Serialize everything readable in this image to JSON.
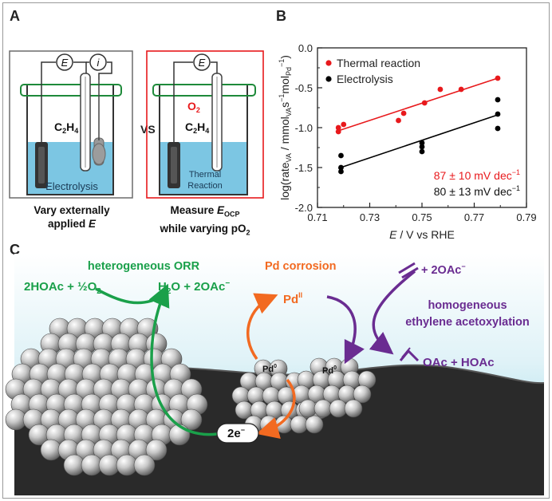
{
  "panel_a": {
    "label": "A",
    "left_cell": {
      "meter_e": "E",
      "meter_i": "i",
      "gas": "C",
      "gas_sub": "2",
      "gas_tail": "H",
      "gas_sub2": "4",
      "solution": "Electrolysis"
    },
    "vs": "VS",
    "right_cell": {
      "meter_e": "E",
      "o2": "O",
      "o2_sub": "2",
      "gas": "C",
      "gas_sub": "2",
      "gas_tail": "H",
      "gas_sub2": "4",
      "solution_line1": "Thermal",
      "solution_line2": "Reaction"
    },
    "caption_left_line1": "Vary externally",
    "caption_left_line2_pre": "applied ",
    "caption_left_line2_var": "E",
    "caption_right_line1_pre": "Measure ",
    "caption_right_line1_var": "E",
    "caption_right_line1_sub": "OCP",
    "caption_right_line2_pre": "while varying pO",
    "caption_right_line2_sub": "2"
  },
  "panel_b": {
    "label": "B",
    "rate_thermal": "87 ± 10 mV dec",
    "rate_thermal_sup": "−1",
    "rate_electro": "80 ± 13 mV dec",
    "rate_electro_sup": "−1",
    "colors": {
      "thermal": "#e8191c",
      "electrolysis": "#000000"
    }
  },
  "chart_data": {
    "type": "scatter",
    "ylabel": "log(rate_VA / mmol_VA s^-1 mol_Pd^-1)",
    "ylabel_parts": {
      "a": "log(rate",
      "a_sub": "VA",
      "b": " / mmol",
      "b_sub": "VA",
      "c": "s",
      "c_sup": "−1",
      "d": "mol",
      "d_sub": "Pd",
      "e": "−1",
      "f": ")"
    },
    "xlabel_var": "E",
    "xlabel_rest": " / V vs RHE",
    "xlim": [
      0.71,
      0.79
    ],
    "ylim": [
      -2.0,
      0.0
    ],
    "xticks": [
      "0.71",
      "0.73",
      "0.75",
      "0.77",
      "0.79"
    ],
    "yticks": [
      "0.0",
      "-0.5",
      "-1.0",
      "-1.5",
      "-2.0"
    ],
    "legend_position": "top-left",
    "series": [
      {
        "name": "Thermal reaction",
        "color": "#e8191c",
        "points": [
          [
            0.718,
            -1.05
          ],
          [
            0.718,
            -1.0
          ],
          [
            0.72,
            -0.96
          ],
          [
            0.741,
            -0.91
          ],
          [
            0.743,
            -0.82
          ],
          [
            0.751,
            -0.69
          ],
          [
            0.757,
            -0.52
          ],
          [
            0.765,
            -0.52
          ],
          [
            0.779,
            -0.38
          ]
        ],
        "fit": [
          [
            0.717,
            -1.05
          ],
          [
            0.779,
            -0.38
          ]
        ]
      },
      {
        "name": "Electrolysis",
        "color": "#000000",
        "points": [
          [
            0.719,
            -1.35
          ],
          [
            0.719,
            -1.5
          ],
          [
            0.719,
            -1.55
          ],
          [
            0.75,
            -1.19
          ],
          [
            0.75,
            -1.24
          ],
          [
            0.75,
            -1.3
          ],
          [
            0.779,
            -0.65
          ],
          [
            0.779,
            -0.83
          ],
          [
            0.779,
            -1.01
          ]
        ],
        "fit": [
          [
            0.718,
            -1.51
          ],
          [
            0.779,
            -0.84
          ]
        ]
      }
    ]
  },
  "panel_c": {
    "label": "C",
    "orr_title": "heterogeneous ORR",
    "orr_reactant_a": "2HOAc + ½O",
    "orr_reactant_a_sub": "2",
    "orr_product_a": "H",
    "orr_product_a_sub": "2",
    "orr_product_b": "O + 2OAc",
    "orr_product_b_sup": "−",
    "corrosion_title": "Pd corrosion",
    "pd_ii": "Pd",
    "pd_ii_sup": "II",
    "pd0_a": "Pd",
    "pd0_a_sup": "0",
    "pd0_b": "Pd",
    "pd0_b_sup": "0",
    "electrons": "2e",
    "electrons_sup": "−",
    "ethylene_plus": "+ 2OAc",
    "ethylene_plus_sup": "−",
    "homog_line1": "homogeneous",
    "homog_line2": "ethylene acetoxylation",
    "products": "OAc + HOAc",
    "colors": {
      "green": "#1aa04a",
      "orange": "#f26a21",
      "purple": "#6a2c91"
    }
  }
}
